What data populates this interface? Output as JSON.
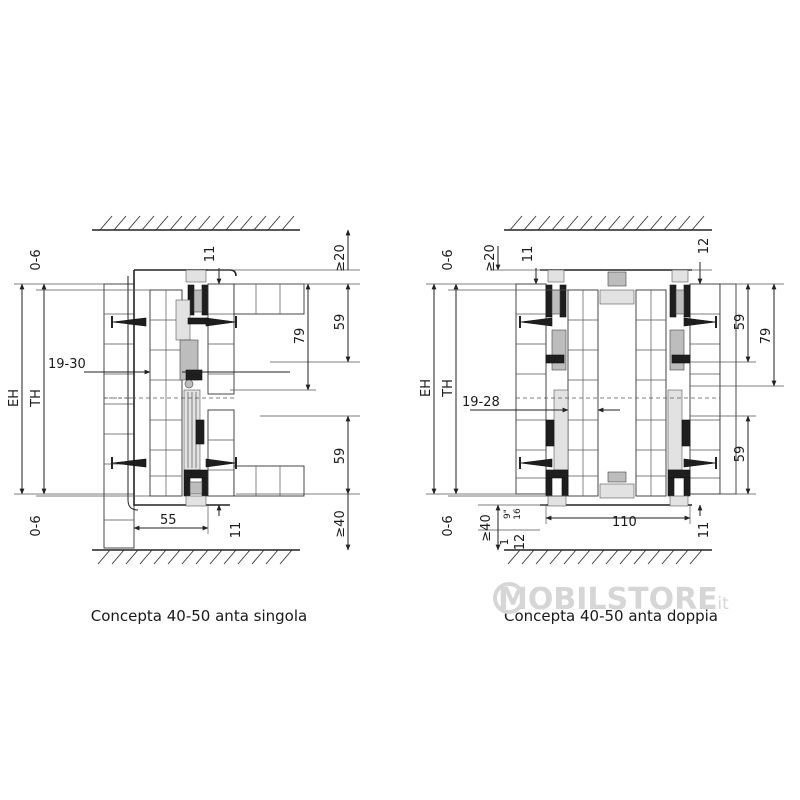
{
  "drawings": [
    {
      "caption": "Concepta 40-50 anta singola",
      "labels": {
        "eh": "EH",
        "th": "TH",
        "top_gap": "0-6",
        "bottom_gap": "0-6",
        "top_clear": "≥20",
        "bottom_clear": "≥40",
        "d11_top": "11",
        "d11_bottom": "11",
        "d59_top": "59",
        "d59_bottom": "59",
        "d79": "79",
        "d19_30": "19-30",
        "d55": "55"
      }
    },
    {
      "caption": "Concepta 40-50 anta doppia",
      "labels": {
        "eh": "EH",
        "th": "TH",
        "top_gap": "0-6",
        "bottom_gap": "0-6",
        "top_clear": "≥20",
        "bottom_clear": "≥40",
        "d11_top": "11",
        "d12_top": "12",
        "d11_bottom": "11",
        "d59_left": "59",
        "d79_right": "79",
        "d59_right": "59",
        "d19_28": "19-28",
        "d110": "110",
        "d1": "1",
        "d9_16": "9\"",
        "d9_16_den": "16",
        "d12_bottom": "12"
      }
    }
  ],
  "watermark": {
    "brand": "MOBILSTORE",
    "tld": ".it"
  }
}
